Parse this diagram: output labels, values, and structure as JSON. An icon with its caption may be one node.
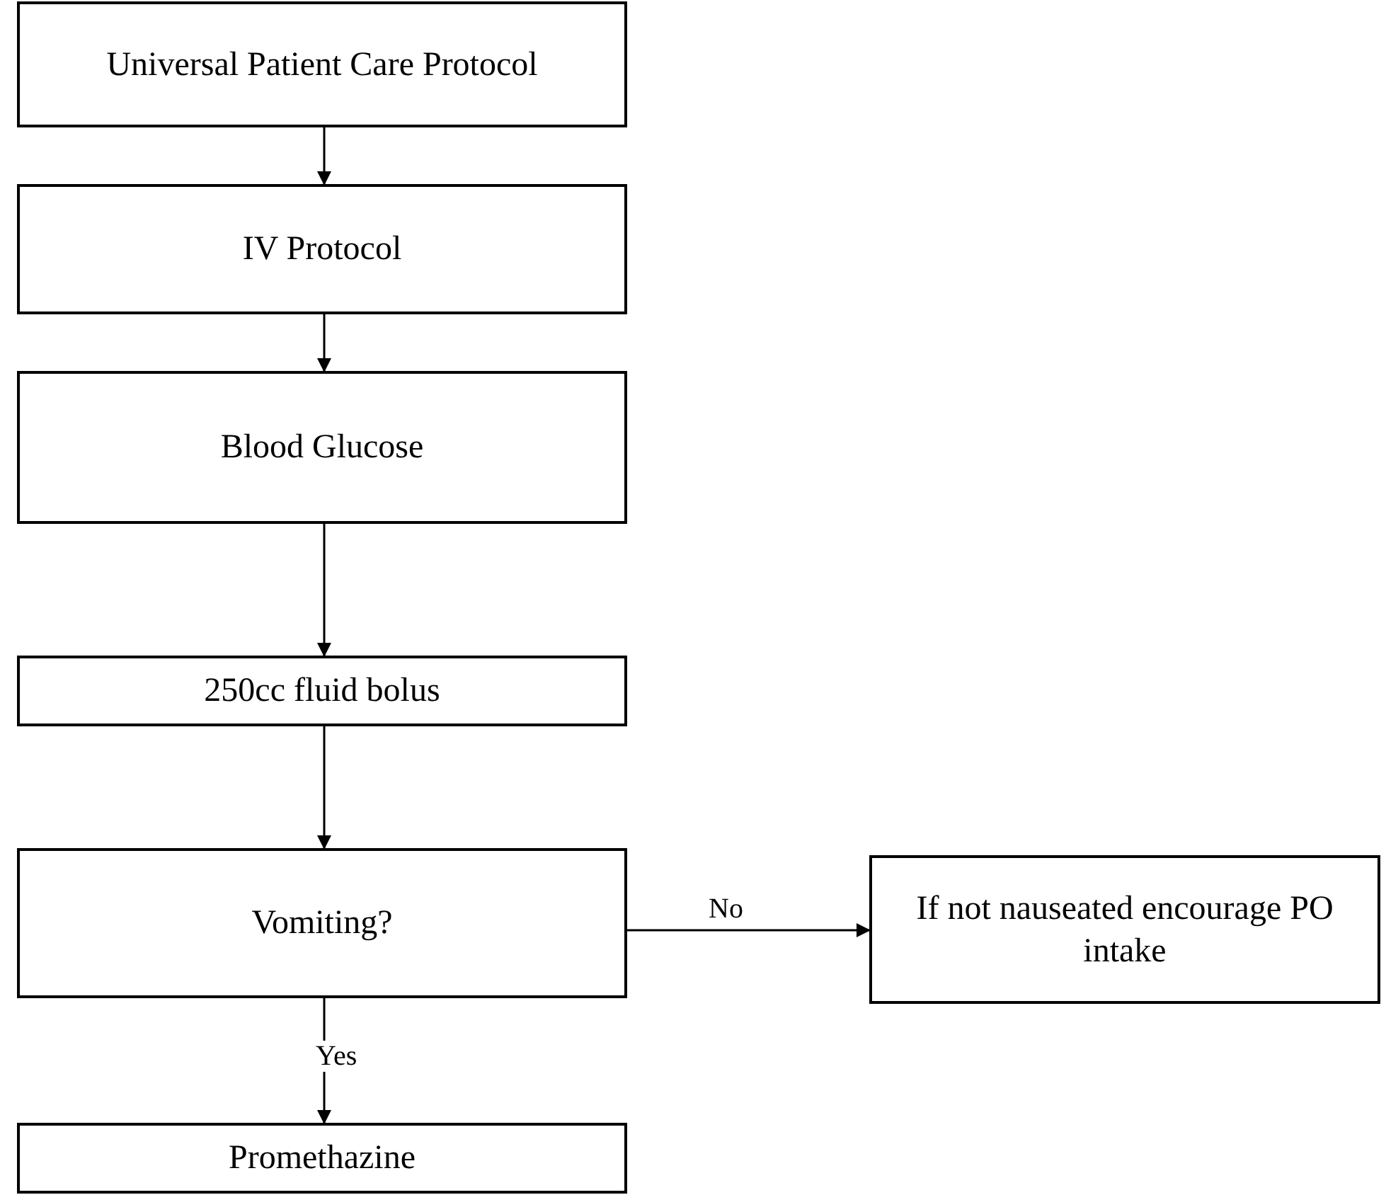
{
  "diagram": {
    "nodes": [
      {
        "text": [
          "Universal Patient Care Protocol"
        ]
      },
      {
        "text": [
          "IV Protocol"
        ]
      },
      {
        "text": [
          "Blood Glucose"
        ]
      },
      {
        "text": [
          "250cc fluid bolus"
        ]
      },
      {
        "text": [
          "Vomiting?"
        ]
      },
      {
        "text": [
          "If not nauseated encourage PO intake"
        ]
      },
      {
        "text": [
          "Promethazine"
        ]
      }
    ],
    "edges": [
      {
        "from": 0,
        "to": 1,
        "arrow": "to"
      },
      {
        "from": 1,
        "to": 2,
        "arrow": "to"
      },
      {
        "from": 2,
        "to": 3,
        "arrow": "to"
      },
      {
        "from": 3,
        "to": 4,
        "arrow": "to"
      },
      {
        "from": 4,
        "to": 5,
        "arrow": "to",
        "label": "No"
      },
      {
        "from": 4,
        "to": 6,
        "arrow": "to",
        "label": "Yes"
      }
    ]
  }
}
